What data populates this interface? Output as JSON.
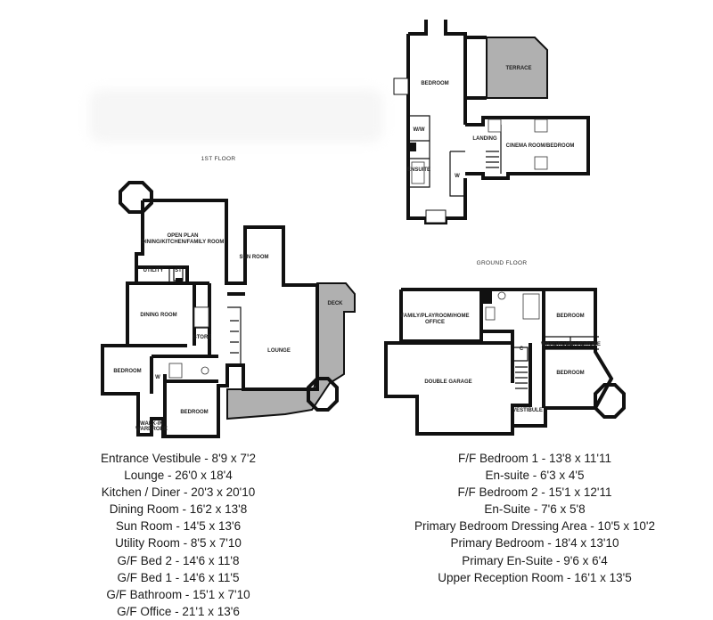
{
  "floors": {
    "first_floor_label": "1ST FLOOR",
    "ground_floor_label": "GROUND FLOOR"
  },
  "rooms": {
    "bedroom_top": "BEDROOM",
    "terrace": "TERRACE",
    "ww": "W/W",
    "ensuite": "ENSUITE",
    "w_top": "W",
    "landing": "LANDING",
    "cinema_room": "CINEMA ROOM/BEDROOM",
    "open_plan_line1": "OPEN PLAN",
    "open_plan_line2": "DINING/KITCHEN/FAMILY ROOM",
    "utility": "UTILITY",
    "st": "ST",
    "sun_room": "SUN ROOM",
    "deck": "DECK",
    "dining_room": "DINING ROOM",
    "store": "STORE",
    "lounge": "LOUNGE",
    "bedroom_left": "BEDROOM",
    "w_left": "W",
    "bedroom_bottom": "BEDROOM",
    "walk_in_line1": "WALK-IN",
    "walk_in_line2": "WARDROBE",
    "family_line1": "FAMILY/PLAYROOM/HOME",
    "family_line2": "OFFICE",
    "bedroom_gf1": "BEDROOM",
    "wardrobe1": "WARDROBE",
    "wardrobe2": "WARDROBE",
    "c": "C",
    "double_garage": "DOUBLE GARAGE",
    "bedroom_gf2": "BEDROOM",
    "vestibule": "VESTIBULE"
  },
  "dimensions_left": [
    "Entrance Vestibule - 8'9 x 7'2",
    "Lounge - 26'0 x 18'4",
    "Kitchen / Diner - 20'3 x 20'10",
    "Dining Room - 16'2 x 13'8",
    "Sun Room - 14'5 x 13'6",
    "Utility Room - 8'5 x 7'10",
    "G/F Bed 2 - 14'6 x 11'8",
    "G/F Bed 1 - 14'6 x 11'5",
    "G/F Bathroom - 15'1 x 7'10",
    "G/F Office - 21'1 x 13'6"
  ],
  "dimensions_right": [
    "F/F Bedroom 1 - 13'8 x 11'11",
    "En-suite - 6'3 x 4'5",
    "F/F Bedroom 2 - 15'1 x 12'11",
    "En-Suite - 7'6 x 5'8",
    "Primary Bedroom Dressing Area - 10'5 x 10'2",
    "Primary Bedroom - 18'4 x 13'10",
    "Primary En-Suite - 9'6 x 6'4",
    "Upper Reception Room - 16'1 x 13'5"
  ]
}
